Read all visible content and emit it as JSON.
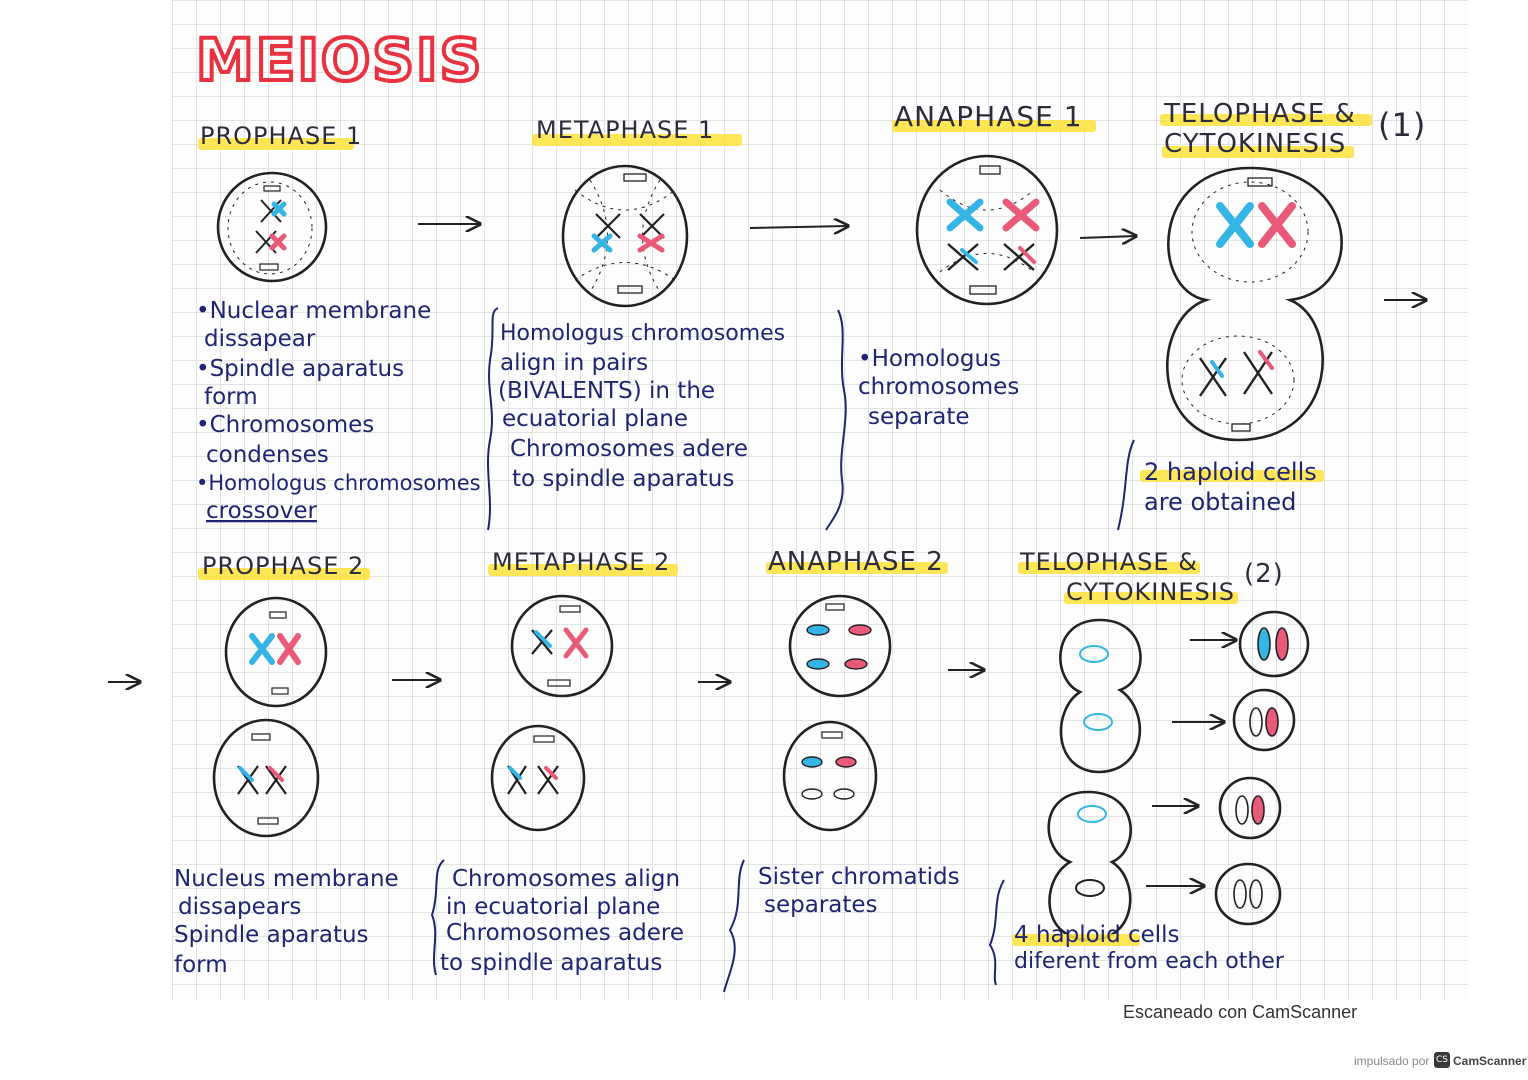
{
  "title": "MEIOSIS",
  "meiosis1": {
    "prophase": {
      "title": "PROPHASE 1",
      "notes": [
        "•Nuclear membrane",
        "dissapear",
        "•Spindle aparatus",
        "form",
        "•Chromosomes",
        "condenses",
        "•Homologus chromosomes",
        "crossover"
      ]
    },
    "metaphase": {
      "title": "METAPHASE 1",
      "notes": [
        "Homologus chromosomes",
        "align in pairs",
        "(BIVALENTS) in the",
        "ecuatorial plane",
        "Chromosomes adere",
        "to spindle aparatus"
      ]
    },
    "anaphase": {
      "title": "ANAPHASE 1",
      "notes": [
        "•Homologus",
        "chromosomes",
        "separate"
      ]
    },
    "telophase": {
      "title_line1": "TELOPHASE &",
      "title_line2": "CYTOKINESIS",
      "number": "(1)",
      "notes": [
        "2 haploid cells",
        "are obtained"
      ]
    }
  },
  "meiosis2": {
    "prophase": {
      "title": "PROPHASE 2",
      "notes": [
        "Nucleus membrane",
        "dissapears",
        "Spindle aparatus",
        "form"
      ]
    },
    "metaphase": {
      "title": "METAPHASE 2",
      "notes": [
        "Chromosomes align",
        "in ecuatorial plane",
        "Chromosomes adere",
        "to spindle aparatus"
      ]
    },
    "anaphase": {
      "title": "ANAPHASE 2",
      "notes": [
        "Sister chromatids",
        "separates"
      ]
    },
    "telophase": {
      "title_line1": "TELOPHASE &",
      "title_line2": "CYTOKINESIS",
      "number": "(2)",
      "notes": [
        "4 haploid cells",
        "diferent from each other"
      ]
    }
  },
  "footer": {
    "scanned": "Escaneado con CamScanner",
    "powered": "impulsado por",
    "brand": "CamScanner"
  },
  "colors": {
    "title_red": "#e8323f",
    "ink": "#1f2570",
    "blue": "#35b5e5",
    "pink": "#e85a78",
    "highlight": "#ffe23a"
  }
}
